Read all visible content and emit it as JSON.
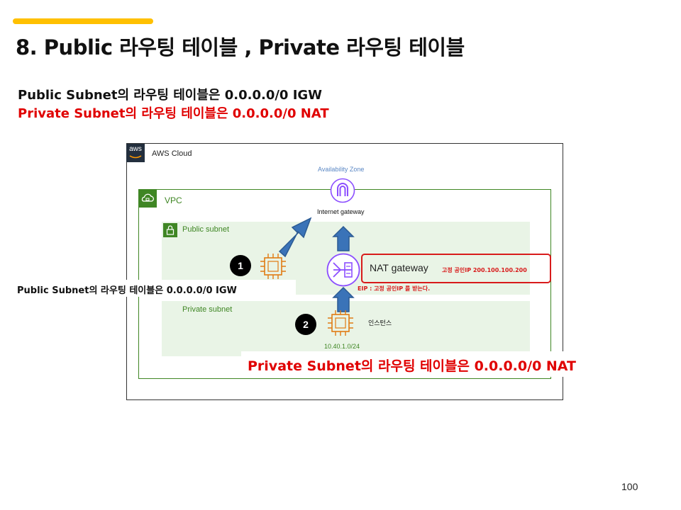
{
  "slide": {
    "title": "8. Public 라우팅 테이블 , Private 라우팅 테이블",
    "summary_public": "Public Subnet의 라우팅 테이블은 0.0.0.0/0 IGW",
    "summary_private": "Private Subnet의 라우팅 테이블은 0.0.0.0/0 NAT",
    "page_number": "100",
    "accent_color": "#ffc000"
  },
  "diagram": {
    "aws_logo": "aws",
    "cloud_label": "AWS Cloud",
    "availability_zone_label": "Availability Zone",
    "internet_gateway_label": "Internet gateway",
    "vpc_label": "VPC",
    "public_subnet_label": "Public subnet",
    "private_subnet_label": "Private subnet",
    "nat_gateway_label": "NAT gateway",
    "nat_fixed_ip": "고정 공인IP 200.100.100.200",
    "eip_note": "EIP : 고정 공인IP 를 받는다.",
    "instance_label": "인스턴스",
    "private_cidr": "10.40.1.0/24",
    "badge_1": "1",
    "badge_2": "2",
    "icons": [
      "aws-logo",
      "vpc-cloud-icon",
      "lock-icon",
      "internet-gateway-icon",
      "nat-gateway-icon",
      "ec2-instance-icon"
    ],
    "colors": {
      "vpc_green": "#3f8624",
      "subnet_fill": "#e9f4e6",
      "aws_orange": "#e07b13",
      "gateway_purple": "#8c4fff",
      "arrow_blue": "#3a73b8",
      "highlight_red": "#d81b1b"
    }
  },
  "callouts": {
    "public": "Public Subnet의 라우팅 테이블은 0.0.0.0/0 IGW",
    "private": "Private Subnet의 라우팅 테이블은 0.0.0.0/0 NAT"
  }
}
